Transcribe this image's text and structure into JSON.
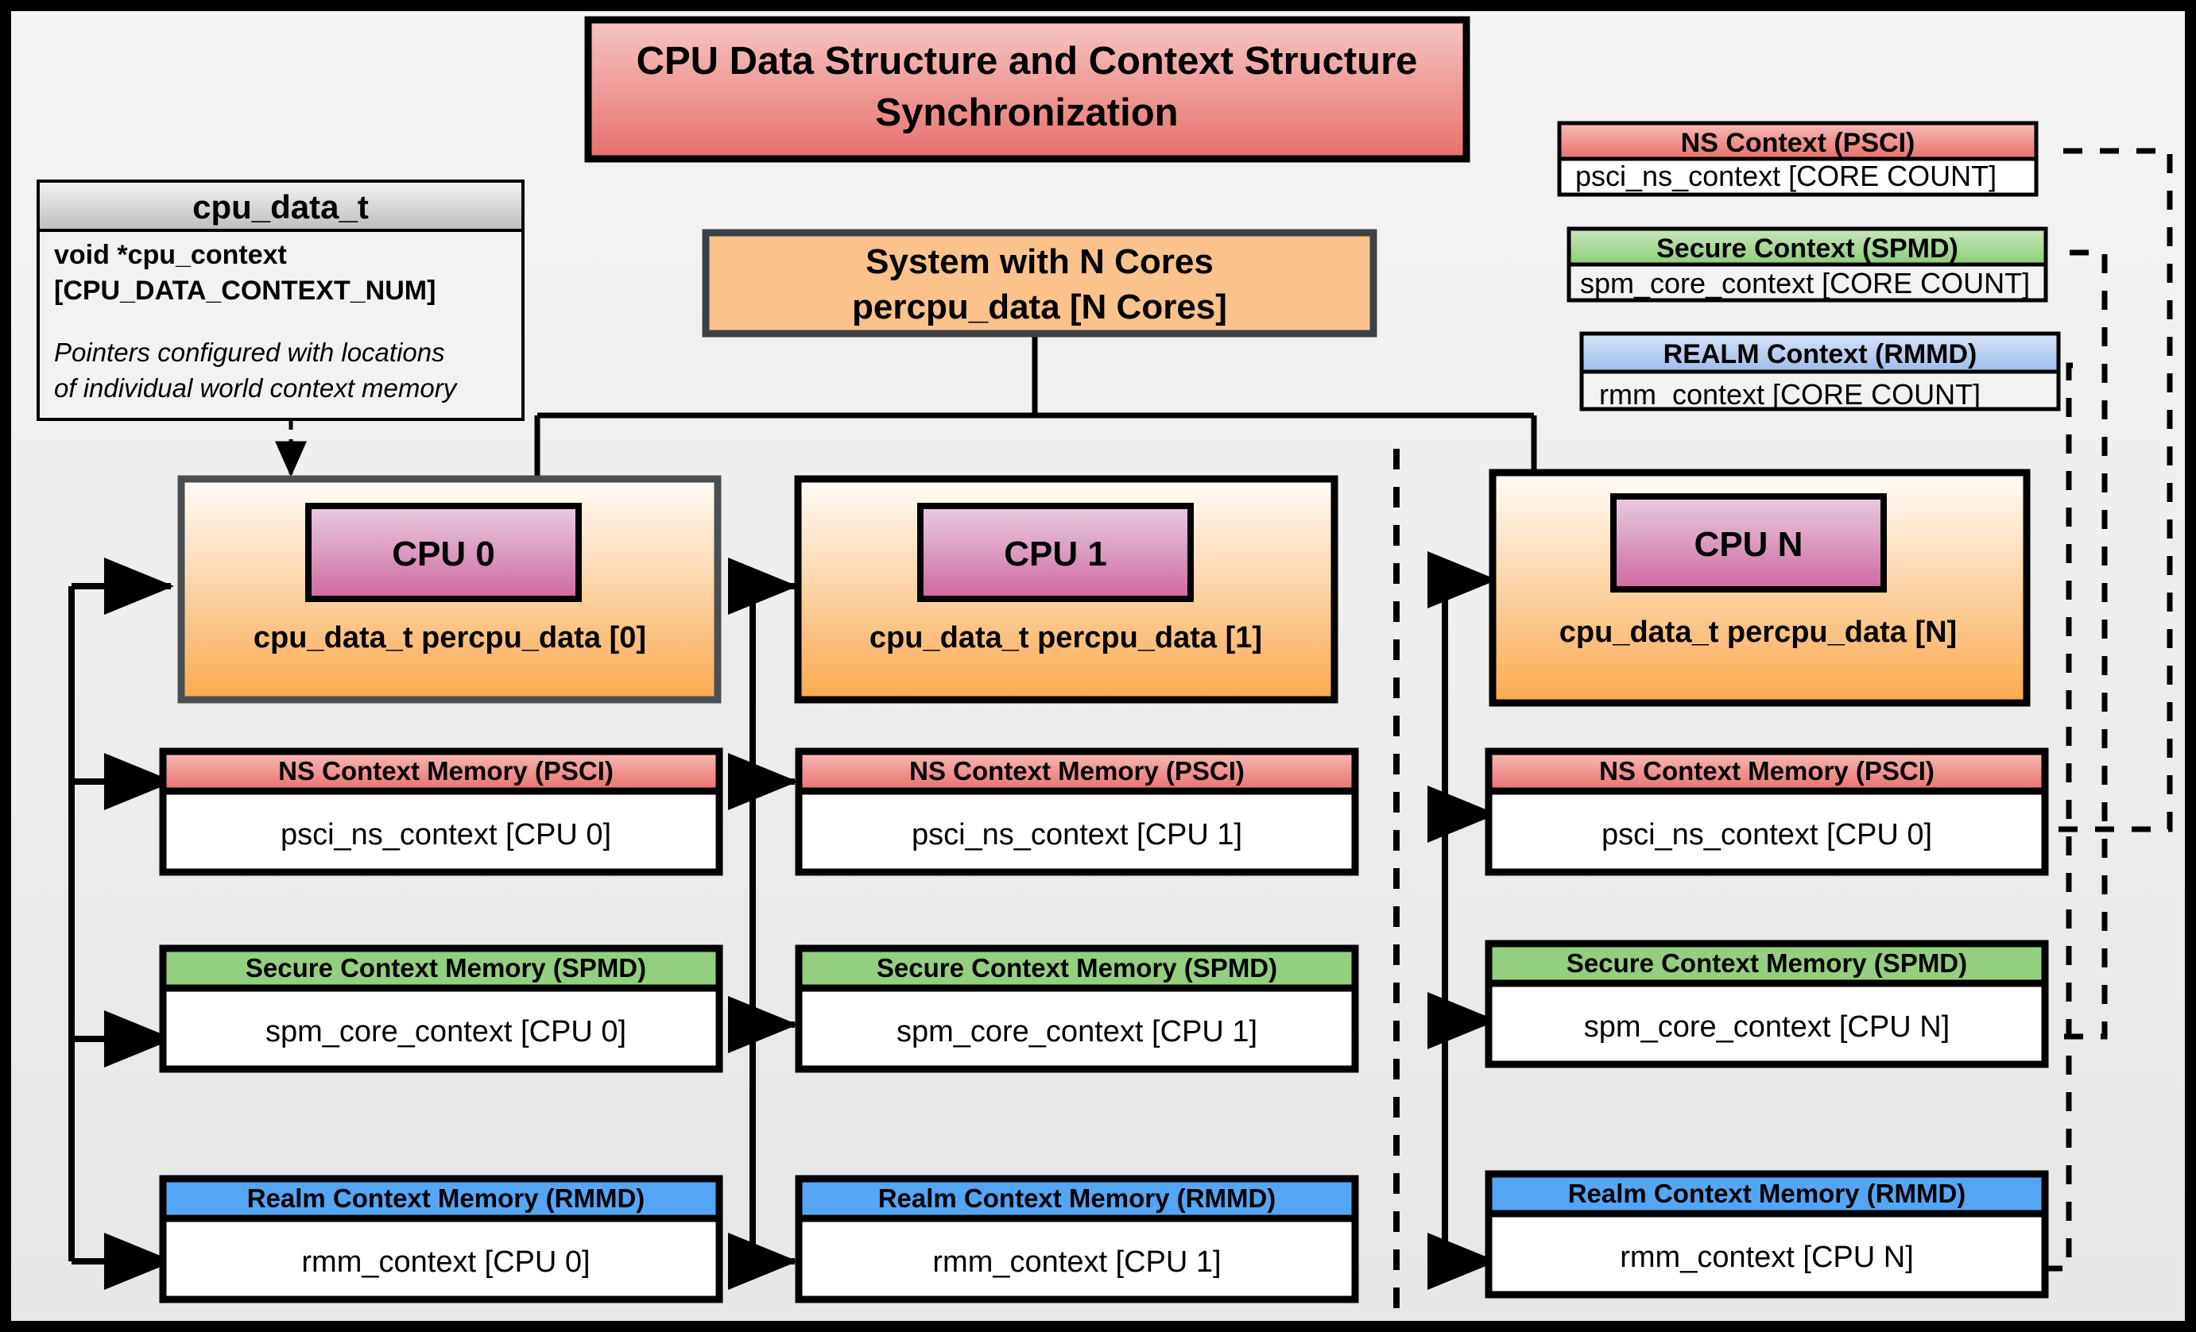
{
  "diagram": {
    "title": "CPU Data Structure and Context Structure Synchronization",
    "background_color": "#ebebeb",
    "frame_color": "#000000"
  },
  "struct_box": {
    "header": "cpu_data_t",
    "line1": "void  *cpu_context",
    "line2": "[CPU_DATA_CONTEXT_NUM]",
    "note1": "Pointers configured with locations",
    "note2": "of individual world context memory"
  },
  "system_box": {
    "line1": "System with N Cores",
    "line2": "percpu_data [N Cores]",
    "fill": "#fbc28c"
  },
  "global_contexts": [
    {
      "header": "NS Context  (PSCI)",
      "body": "psci_ns_context [CORE COUNT]",
      "color": "#ef8a85"
    },
    {
      "header": "Secure Context (SPMD)",
      "body": "spm_core_context [CORE COUNT]",
      "color": "#93cf7f"
    },
    {
      "header": "REALM Context (RMMD)",
      "body": "rmm_context [CORE COUNT]",
      "color": "#a9c6ef"
    }
  ],
  "cpus": [
    {
      "chip_label": "CPU 0",
      "caption": "cpu_data_t percpu_data [0]",
      "contexts": [
        {
          "header": "NS Context Memory (PSCI)",
          "body": "psci_ns_context [CPU 0]",
          "color": "#ef8a85"
        },
        {
          "header": "Secure Context Memory (SPMD)",
          "body": "spm_core_context [CPU 0]",
          "color": "#93cf7f"
        },
        {
          "header": "Realm Context Memory (RMMD)",
          "body": "rmm_context [CPU 0]",
          "color": "#55a5f5"
        }
      ]
    },
    {
      "chip_label": "CPU 1",
      "caption": "cpu_data_t percpu_data [1]",
      "contexts": [
        {
          "header": "NS Context Memory (PSCI)",
          "body": "psci_ns_context [CPU 1]",
          "color": "#ef8a85"
        },
        {
          "header": "Secure Context Memory (SPMD)",
          "body": "spm_core_context [CPU 1]",
          "color": "#93cf7f"
        },
        {
          "header": "Realm Context Memory (RMMD)",
          "body": "rmm_context [CPU 1]",
          "color": "#55a5f5"
        }
      ]
    },
    {
      "chip_label": "CPU N",
      "caption": "cpu_data_t percpu_data [N]",
      "contexts": [
        {
          "header": "NS Context Memory (PSCI)",
          "body": "psci_ns_context [CPU 0]",
          "color": "#ef8a85"
        },
        {
          "header": "Secure Context Memory (SPMD)",
          "body": "spm_core_context [CPU N]",
          "color": "#93cf7f"
        },
        {
          "header": "Realm Context Memory (RMMD)",
          "body": "rmm_context [CPU N]",
          "color": "#55a5f5"
        }
      ]
    }
  ]
}
